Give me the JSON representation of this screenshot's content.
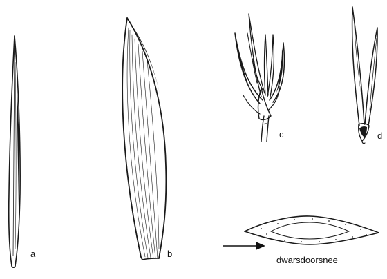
{
  "figure": {
    "labels": {
      "a": "a",
      "b": "b",
      "c": "c",
      "d": "d",
      "cross_section": "dwarsdoorsnee"
    }
  }
}
